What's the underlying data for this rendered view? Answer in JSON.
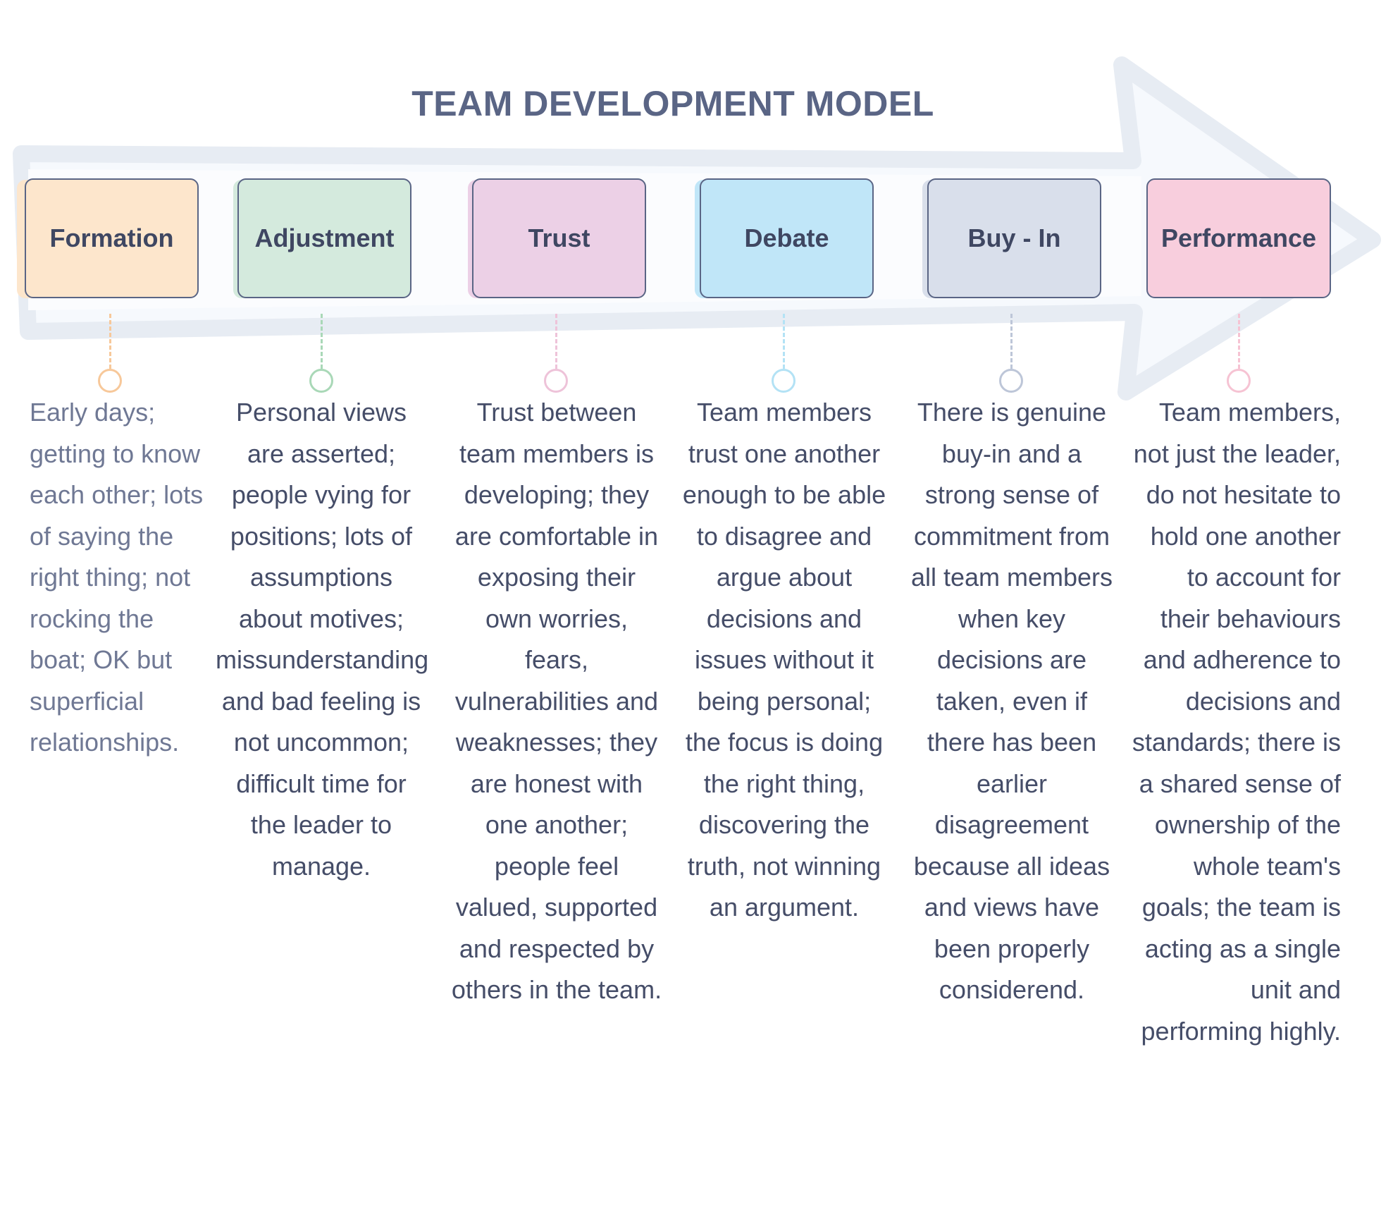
{
  "title": "TEAM DEVELOPMENT MODEL",
  "colors": {
    "title": "#5a6585",
    "arrow": "#e8edf4",
    "box_border": "#5a6585"
  },
  "stages": [
    {
      "label": "Formation",
      "fill": "#fde6cc",
      "accent": "#f7c89a",
      "description": "Early days; getting to know each other;  lots of saying the right thing; not rocking the boat; OK but superficial relationships."
    },
    {
      "label": "Adjustment",
      "fill": "#d4eadd",
      "accent": "#a9d8b7",
      "description": "Personal views are asserted; people vying for positions; lots of assumptions about motives; missunderstanding and bad feeling is not uncommon; difficult time for the leader to manage."
    },
    {
      "label": "Trust",
      "fill": "#ecd0e6",
      "accent": "#eec3d9",
      "description": "Trust between team members is developing; they are comfortable in exposing their own worries, fears, vulnerabilities and weaknesses; they are honest with one another; people feel valued, supported and respected by others in the team."
    },
    {
      "label": "Debate",
      "fill": "#c0e6f8",
      "accent": "#b3e2f5",
      "description": "Team members trust one another enough to be able to disagree and argue about decisions and issues without it being personal; the focus is doing the right thing, discovering the truth, not winning an argument."
    },
    {
      "label": "Buy - In",
      "fill": "#d9dfeb",
      "accent": "#bdc6d8",
      "description": "There is genuine buy-in and a strong sense of commitment from all team members when key decisions are taken, even if there has been earlier disagreement because all ideas and views have been properly considerend."
    },
    {
      "label": "Performance",
      "fill": "#f8cedd",
      "accent": "#f6c3d3",
      "description": "Team members, not just the leader, do not hesitate to hold one another to account for their behaviours and adherence to decisions and standards; there is a shared sense of ownership of the whole team's goals; the team is acting as a single unit and performing highly."
    }
  ]
}
